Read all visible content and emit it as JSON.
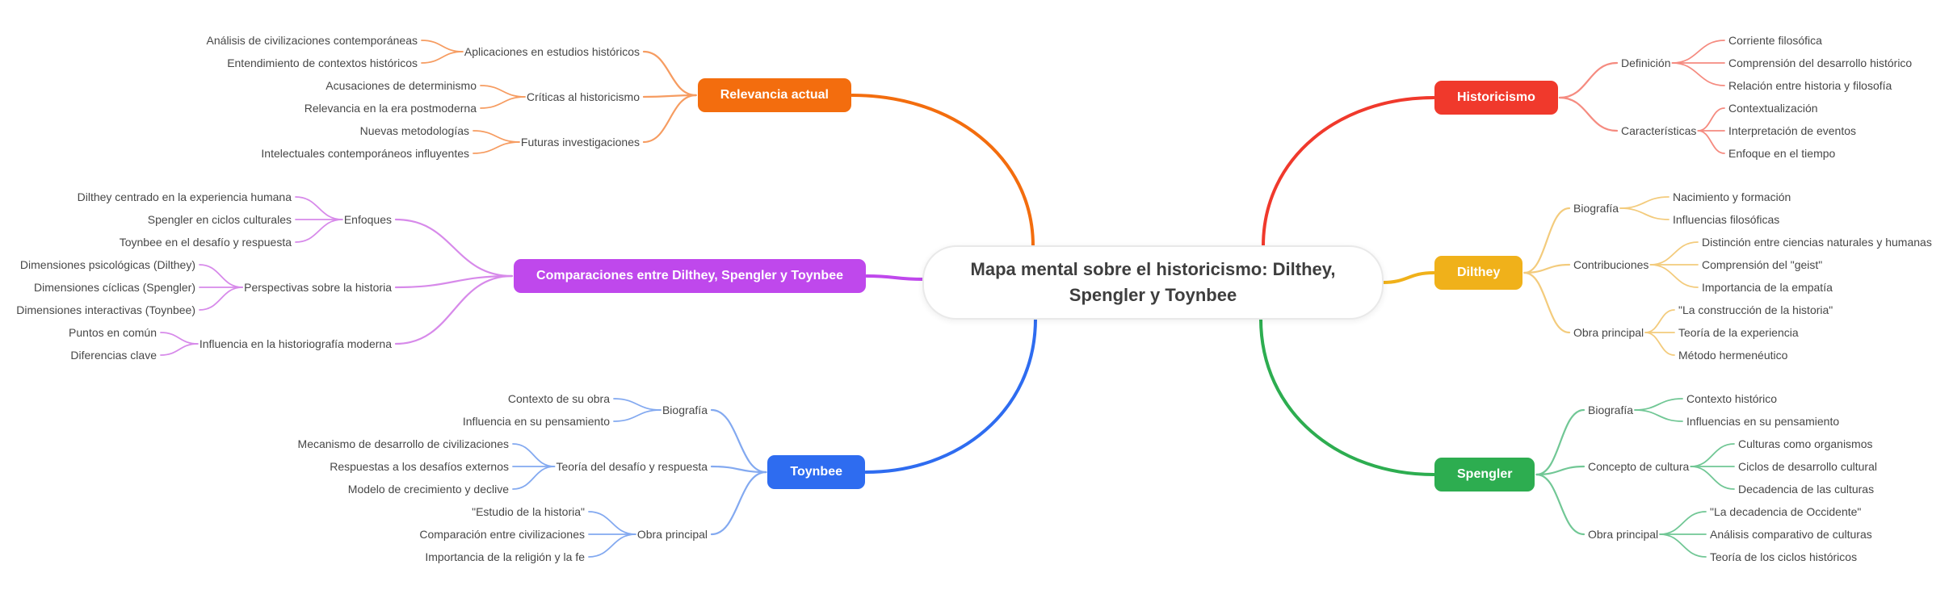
{
  "title": "Mapa mental sobre el historicismo: Dilthey, Spengler y Toynbee",
  "branches": [
    {
      "id": "historicismo",
      "label": "Historicismo",
      "side": "right",
      "color": "#f0392c",
      "link_color": "#f58b80",
      "topics": [
        {
          "label": "Definición",
          "leaves": [
            "Corriente filosófica",
            "Comprensión del desarrollo histórico",
            "Relación entre historia y filosofía"
          ]
        },
        {
          "label": "Características",
          "leaves": [
            "Contextualización",
            "Interpretación de eventos",
            "Enfoque en el tiempo"
          ]
        }
      ]
    },
    {
      "id": "dilthey",
      "label": "Dilthey",
      "side": "right",
      "color": "#f0b11a",
      "link_color": "#f3cb7c",
      "topics": [
        {
          "label": "Biografía",
          "leaves": [
            "Nacimiento y formación",
            "Influencias filosóficas"
          ]
        },
        {
          "label": "Contribuciones",
          "leaves": [
            "Distinción entre ciencias naturales y humanas",
            "Comprensión del \"geist\"",
            "Importancia de la empatía"
          ]
        },
        {
          "label": "Obra principal",
          "leaves": [
            "\"La construcción de la historia\"",
            "Teoría de la experiencia",
            "Método hermenéutico"
          ]
        }
      ]
    },
    {
      "id": "spengler",
      "label": "Spengler",
      "side": "right",
      "color": "#2dad50",
      "link_color": "#71c795",
      "topics": [
        {
          "label": "Biografía",
          "leaves": [
            "Contexto histórico",
            "Influencias en su pensamiento"
          ]
        },
        {
          "label": "Concepto de cultura",
          "leaves": [
            "Culturas como organismos",
            "Ciclos de desarrollo cultural",
            "Decadencia de las culturas"
          ]
        },
        {
          "label": "Obra principal",
          "leaves": [
            "\"La decadencia de Occidente\"",
            "Análisis comparativo de culturas",
            "Teoría de los ciclos históricos"
          ]
        }
      ]
    },
    {
      "id": "relevancia-actual",
      "label": "Relevancia actual",
      "side": "left",
      "color": "#f36d0e",
      "link_color": "#f69c61",
      "topics": [
        {
          "label": "Aplicaciones en estudios históricos",
          "leaves": [
            "Análisis de civilizaciones contemporáneas",
            "Entendimiento de contextos históricos"
          ]
        },
        {
          "label": "Críticas al historicismo",
          "leaves": [
            "Acusaciones de determinismo",
            "Relevancia en la era postmoderna"
          ]
        },
        {
          "label": "Futuras investigaciones",
          "leaves": [
            "Nuevas metodologías",
            "Intelectuales contemporáneos influyentes"
          ]
        }
      ]
    },
    {
      "id": "comparaciones",
      "label": "Comparaciones entre Dilthey, Spengler y Toynbee",
      "side": "left",
      "color": "#bf48ec",
      "link_color": "#d78aea",
      "topics": [
        {
          "label": "Enfoques",
          "leaves": [
            "Dilthey centrado en la experiencia humana",
            "Spengler en ciclos culturales",
            "Toynbee en el desafío y respuesta"
          ]
        },
        {
          "label": "Perspectivas sobre la historia",
          "leaves": [
            "Dimensiones psicológicas (Dilthey)",
            "Dimensiones cíclicas (Spengler)",
            "Dimensiones interactivas (Toynbee)"
          ]
        },
        {
          "label": "Influencia en la historiografía moderna",
          "leaves": [
            "Puntos en común",
            "Diferencias clave"
          ]
        }
      ]
    },
    {
      "id": "toynbee",
      "label": "Toynbee",
      "side": "left",
      "color": "#2e6cf0",
      "link_color": "#83a9f0",
      "topics": [
        {
          "label": "Biografía",
          "leaves": [
            "Contexto de su obra",
            "Influencia en su pensamiento"
          ]
        },
        {
          "label": "Teoría del desafío y respuesta",
          "leaves": [
            "Mecanismo de desarrollo de civilizaciones",
            "Respuestas a los desafíos externos",
            "Modelo de crecimiento y declive"
          ]
        },
        {
          "label": "Obra principal",
          "leaves": [
            "\"Estudio de la historia\"",
            "Comparación entre civilizaciones",
            "Importancia de la religión y la fe"
          ]
        }
      ]
    }
  ]
}
